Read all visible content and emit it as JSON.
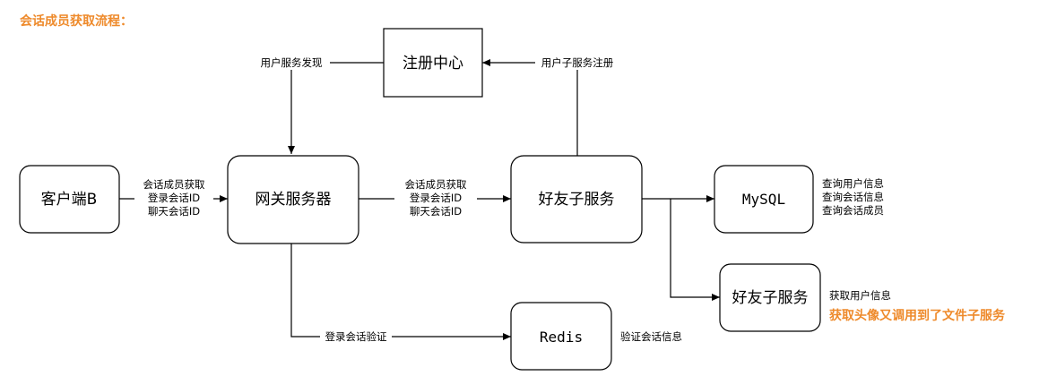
{
  "title": "会话成员获取流程：",
  "nodes": {
    "registry": "注册中心",
    "client": "客户端B",
    "gateway": "网关服务器",
    "friend_service": "好友子服务",
    "mysql": "MySQL",
    "friend_service_2": "好友子服务",
    "redis": "Redis"
  },
  "edges": {
    "discovery": "用户服务发现",
    "registration": "用户子服务注册",
    "client_to_gateway": [
      "会话成员获取",
      "登录会话ID",
      "聊天会话ID"
    ],
    "gateway_to_friend": [
      "会话成员获取",
      "登录会话ID",
      "聊天会话ID"
    ],
    "gateway_to_redis": "登录会话验证"
  },
  "annotations": {
    "mysql": [
      "查询用户信息",
      "查询会话信息",
      "查询会话成员"
    ],
    "friend_service_2": "获取用户信息",
    "friend_service_2_note": "获取头像又调用到了文件子服务",
    "redis": "验证会话信息"
  }
}
